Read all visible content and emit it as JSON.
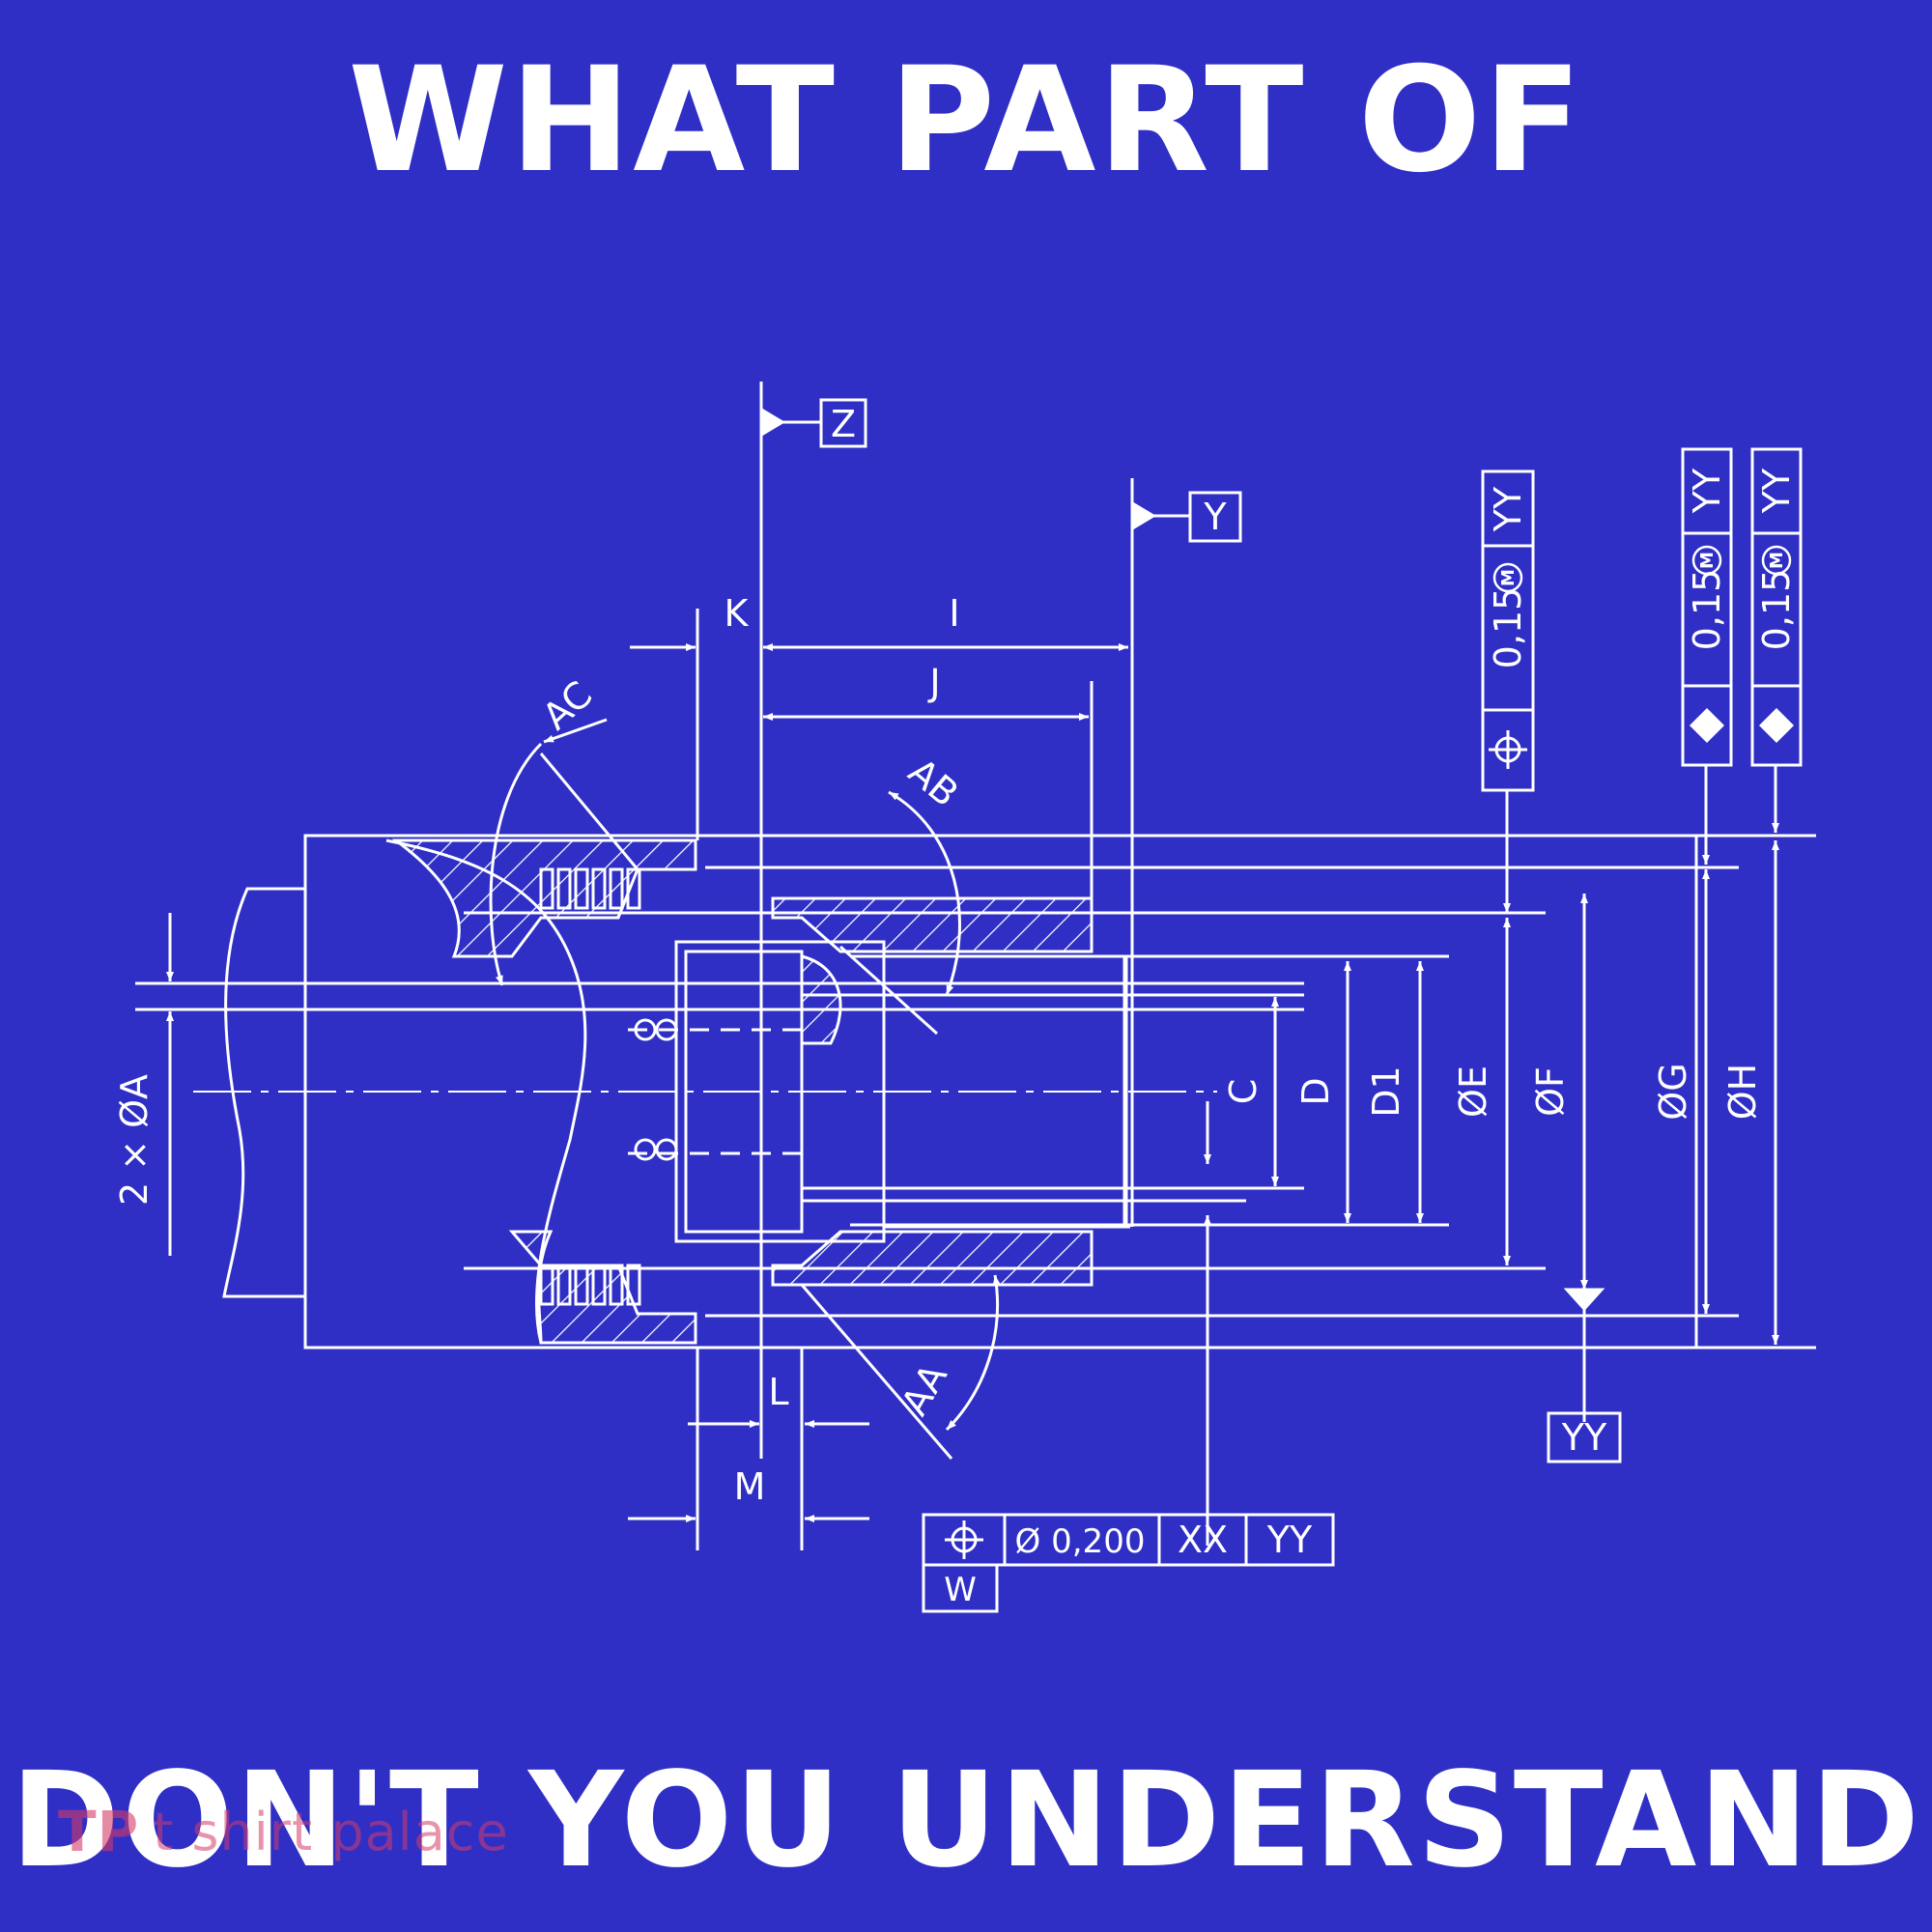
{
  "headline": {
    "top": "WHAT PART OF",
    "bottom": "DON'T YOU UNDERSTAND"
  },
  "watermark": {
    "logo": "TP",
    "text": "t shirt palace"
  },
  "drawing": {
    "datum_z": "Z",
    "datum_y": "Y",
    "datum_yy": "YY",
    "dims": {
      "k": "K",
      "i": "I",
      "j": "J",
      "l": "L",
      "m": "M",
      "ac": "AC",
      "ab": "AB",
      "aa": "AA",
      "c": "C",
      "d": "D",
      "d1": "D1",
      "e": "ØE",
      "f": "ØF",
      "g": "ØG",
      "h": "ØH",
      "a": "2 × ØA"
    },
    "fcf_vertical": {
      "tol": "0,15",
      "mod": "M",
      "datum": "YY"
    },
    "fcf_bottom": {
      "tol": "Ø 0,200",
      "d1": "XX",
      "d2": "YY",
      "w": "W"
    }
  },
  "colors": {
    "background": "#2f2fc6",
    "ink": "#ffffff",
    "watermark": "#d63a68"
  }
}
